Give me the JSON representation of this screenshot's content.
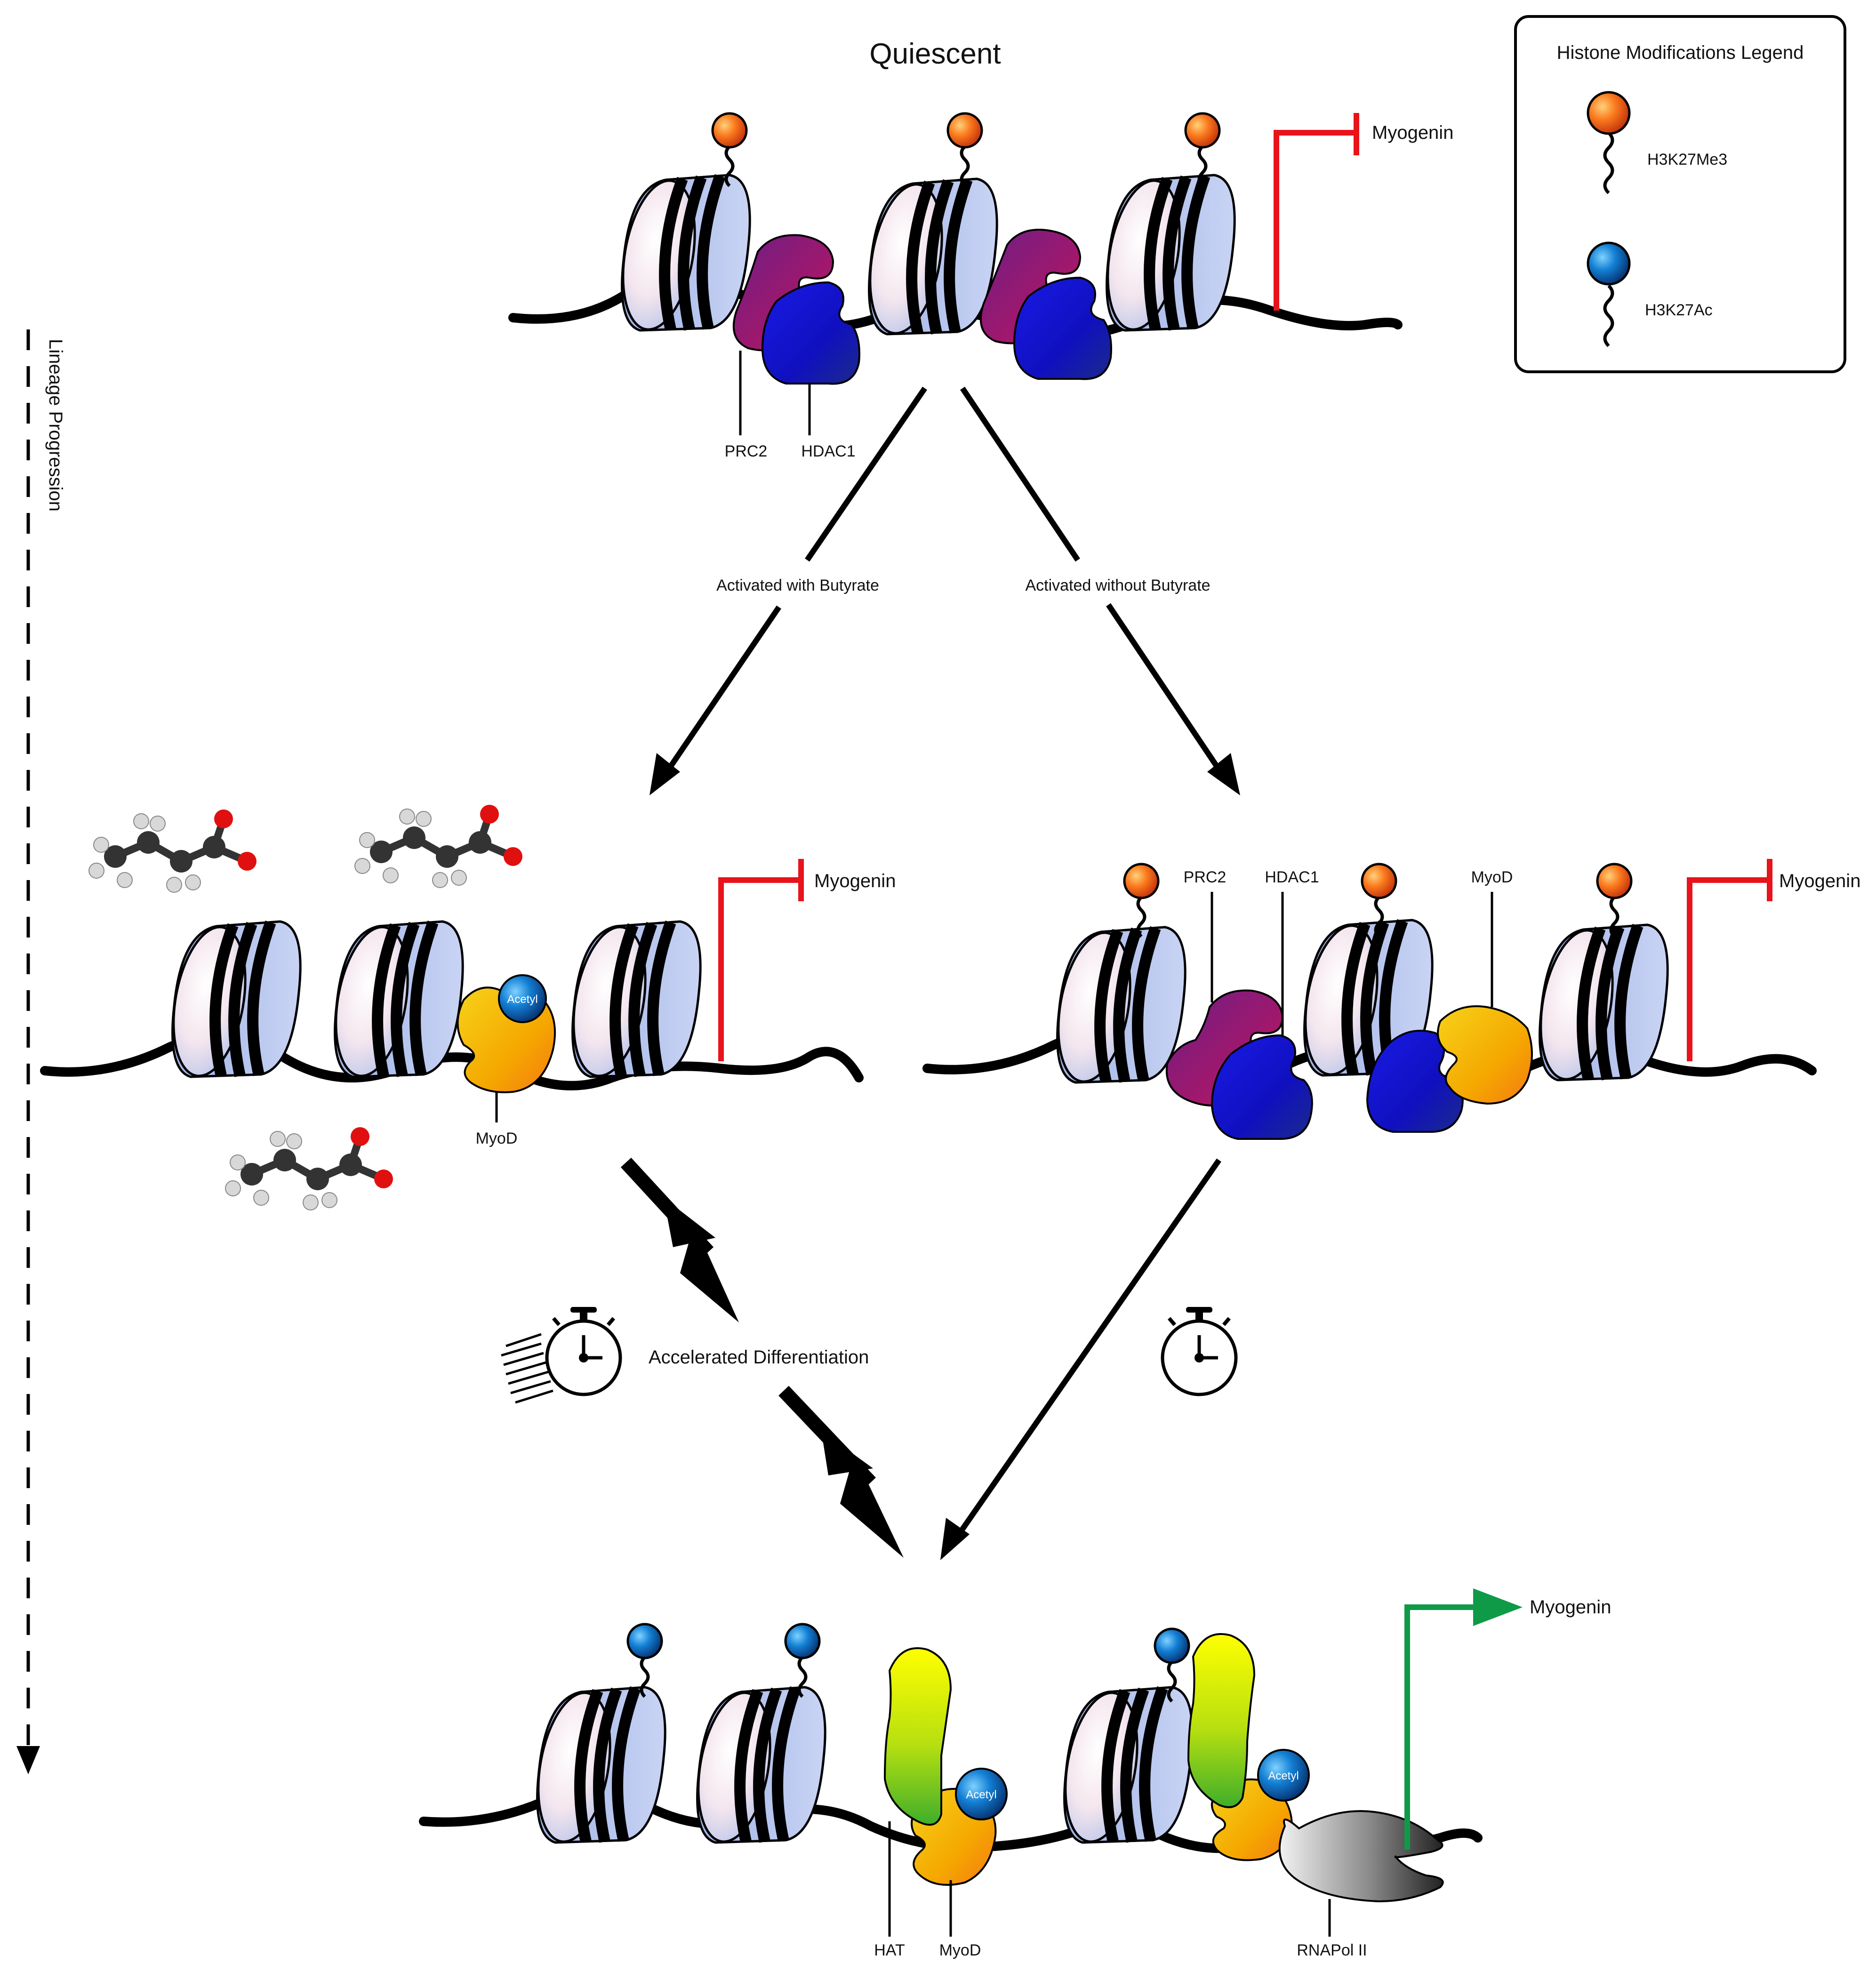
{
  "title": "Quiescent",
  "axis_label": "Lineage Progression",
  "legend": {
    "title": "Histone Modifications Legend",
    "items": [
      {
        "label": "H3K27Me3",
        "color": "#f05a14"
      },
      {
        "label": "H3K27Ac",
        "color": "#0a64c8"
      }
    ]
  },
  "gene": "Myogenin",
  "top_panel": {
    "proteins": [
      "PRC2",
      "HDAC1"
    ]
  },
  "branches": {
    "left": "Activated with Butyrate",
    "right": "Activated without Butyrate"
  },
  "left_panel": {
    "acetyl": "Acetyl",
    "protein": "MyoD"
  },
  "right_panel": {
    "proteins": [
      "PRC2",
      "HDAC1",
      "MyoD"
    ]
  },
  "accelerated": "Accelerated Differentiation",
  "bottom_panel": {
    "acetyl": "Acetyl",
    "proteins": [
      "HAT",
      "MyoD",
      "RNAPol II"
    ]
  },
  "colors": {
    "h3k27me3": "#f05a14",
    "h3k27ac": "#0a64c8",
    "repressed": "#e8131b",
    "active": "#0f9a48",
    "prc2": "#a0186c",
    "hdac1": "#1010d8",
    "myod": "#f5a800",
    "hat": "#d6e600",
    "nucleosome": "#b8c6ee",
    "rnapol": "#7a7a7a"
  }
}
